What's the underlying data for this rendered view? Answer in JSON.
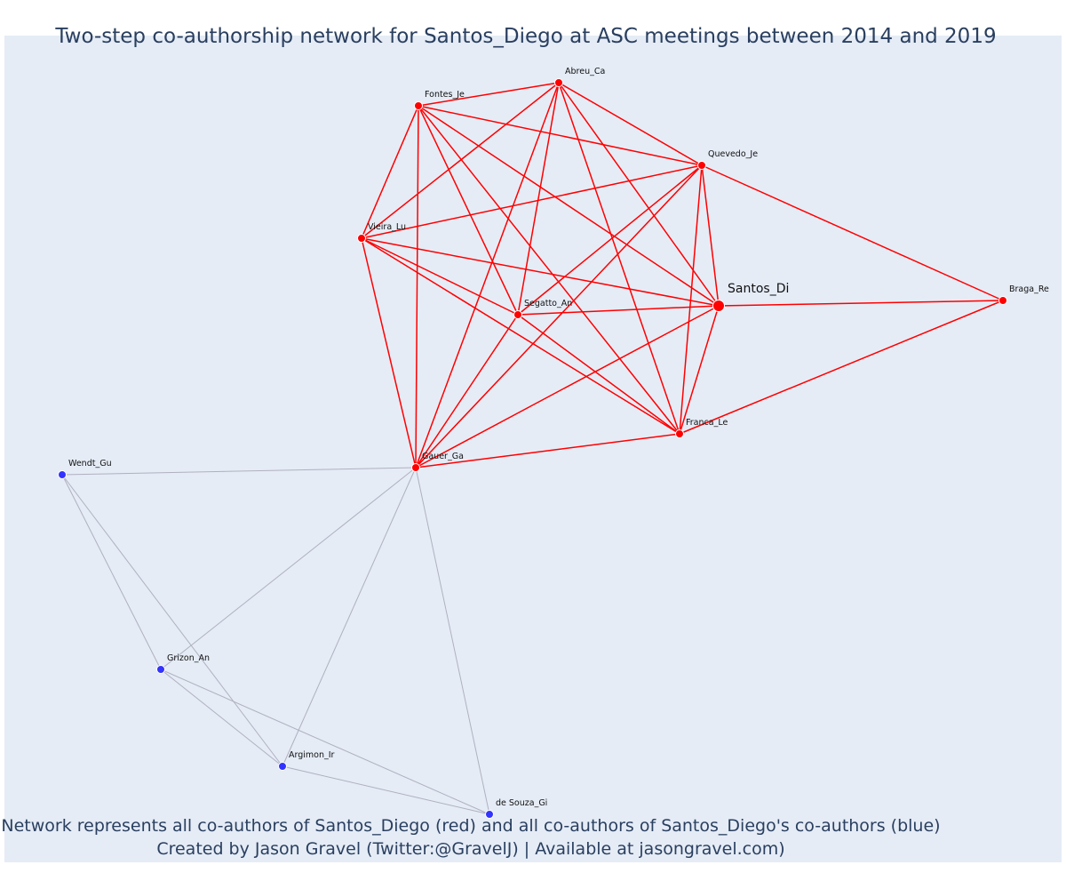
{
  "title": "Two-step co-authorship network for Santos_Diego at ASC meetings between 2014 and 2019",
  "caption_line1": "Network represents all co-authors of Santos_Diego (red) and all co-authors of Santos_Diego's co-authors (blue)",
  "caption_line2": "Created by Jason Gravel (Twitter:@GravelJ) | Available at jasongravel.com)",
  "colors": {
    "plot_bg": "#e5ecf6",
    "direct_node": "#ff0000",
    "direct_edge": "#ff0000",
    "indirect_node": "#3333ff",
    "indirect_edge": "#b0b0c0",
    "text": "#2a3f5f"
  },
  "nodes": [
    {
      "id": "Santos_Di",
      "label": "Santos_Di",
      "group": "focal"
    },
    {
      "id": "Abreu_Ca",
      "label": "Abreu_Ca",
      "group": "direct"
    },
    {
      "id": "Fontes_Je",
      "label": "Fontes_Je",
      "group": "direct"
    },
    {
      "id": "Quevedo_Je",
      "label": "Quevedo_Je",
      "group": "direct"
    },
    {
      "id": "Vieira_Lu",
      "label": "Vieira_Lu",
      "group": "direct"
    },
    {
      "id": "Segatto_An",
      "label": "Segatto_An",
      "group": "direct"
    },
    {
      "id": "Braga_Re",
      "label": "Braga_Re",
      "group": "direct"
    },
    {
      "id": "Franca_Le",
      "label": "Franca_Le",
      "group": "direct"
    },
    {
      "id": "Gauer_Ga",
      "label": "Gauer_Ga",
      "group": "direct"
    },
    {
      "id": "Wendt_Gu",
      "label": "Wendt_Gu",
      "group": "indirect"
    },
    {
      "id": "Grizon_An",
      "label": "Grizon_An",
      "group": "indirect"
    },
    {
      "id": "Argimon_Ir",
      "label": "Argimon_Ir",
      "group": "indirect"
    },
    {
      "id": "deSouza_Gi",
      "label": "de Souza_Gi",
      "group": "indirect"
    }
  ],
  "edges": [
    {
      "source": "Abreu_Ca",
      "target": "Fontes_Je",
      "type": "direct"
    },
    {
      "source": "Abreu_Ca",
      "target": "Quevedo_Je",
      "type": "direct"
    },
    {
      "source": "Abreu_Ca",
      "target": "Vieira_Lu",
      "type": "direct"
    },
    {
      "source": "Abreu_Ca",
      "target": "Segatto_An",
      "type": "direct"
    },
    {
      "source": "Abreu_Ca",
      "target": "Santos_Di",
      "type": "direct"
    },
    {
      "source": "Abreu_Ca",
      "target": "Franca_Le",
      "type": "direct"
    },
    {
      "source": "Abreu_Ca",
      "target": "Gauer_Ga",
      "type": "direct"
    },
    {
      "source": "Fontes_Je",
      "target": "Quevedo_Je",
      "type": "direct"
    },
    {
      "source": "Fontes_Je",
      "target": "Vieira_Lu",
      "type": "direct"
    },
    {
      "source": "Fontes_Je",
      "target": "Segatto_An",
      "type": "direct"
    },
    {
      "source": "Fontes_Je",
      "target": "Santos_Di",
      "type": "direct"
    },
    {
      "source": "Fontes_Je",
      "target": "Franca_Le",
      "type": "direct"
    },
    {
      "source": "Fontes_Je",
      "target": "Gauer_Ga",
      "type": "direct"
    },
    {
      "source": "Quevedo_Je",
      "target": "Vieira_Lu",
      "type": "direct"
    },
    {
      "source": "Quevedo_Je",
      "target": "Segatto_An",
      "type": "direct"
    },
    {
      "source": "Quevedo_Je",
      "target": "Santos_Di",
      "type": "direct"
    },
    {
      "source": "Quevedo_Je",
      "target": "Franca_Le",
      "type": "direct"
    },
    {
      "source": "Quevedo_Je",
      "target": "Gauer_Ga",
      "type": "direct"
    },
    {
      "source": "Quevedo_Je",
      "target": "Braga_Re",
      "type": "direct"
    },
    {
      "source": "Vieira_Lu",
      "target": "Segatto_An",
      "type": "direct"
    },
    {
      "source": "Vieira_Lu",
      "target": "Santos_Di",
      "type": "direct"
    },
    {
      "source": "Vieira_Lu",
      "target": "Franca_Le",
      "type": "direct"
    },
    {
      "source": "Vieira_Lu",
      "target": "Gauer_Ga",
      "type": "direct"
    },
    {
      "source": "Segatto_An",
      "target": "Santos_Di",
      "type": "direct"
    },
    {
      "source": "Segatto_An",
      "target": "Franca_Le",
      "type": "direct"
    },
    {
      "source": "Segatto_An",
      "target": "Gauer_Ga",
      "type": "direct"
    },
    {
      "source": "Santos_Di",
      "target": "Braga_Re",
      "type": "direct"
    },
    {
      "source": "Santos_Di",
      "target": "Franca_Le",
      "type": "direct"
    },
    {
      "source": "Santos_Di",
      "target": "Gauer_Ga",
      "type": "direct"
    },
    {
      "source": "Braga_Re",
      "target": "Franca_Le",
      "type": "direct"
    },
    {
      "source": "Franca_Le",
      "target": "Gauer_Ga",
      "type": "direct"
    },
    {
      "source": "Gauer_Ga",
      "target": "Wendt_Gu",
      "type": "indirect"
    },
    {
      "source": "Gauer_Ga",
      "target": "Grizon_An",
      "type": "indirect"
    },
    {
      "source": "Gauer_Ga",
      "target": "Argimon_Ir",
      "type": "indirect"
    },
    {
      "source": "Gauer_Ga",
      "target": "deSouza_Gi",
      "type": "indirect"
    },
    {
      "source": "Wendt_Gu",
      "target": "Grizon_An",
      "type": "indirect"
    },
    {
      "source": "Wendt_Gu",
      "target": "Argimon_Ir",
      "type": "indirect"
    },
    {
      "source": "Grizon_An",
      "target": "Argimon_Ir",
      "type": "indirect"
    },
    {
      "source": "Grizon_An",
      "target": "deSouza_Gi",
      "type": "indirect"
    },
    {
      "source": "Argimon_Ir",
      "target": "deSouza_Gi",
      "type": "indirect"
    }
  ]
}
